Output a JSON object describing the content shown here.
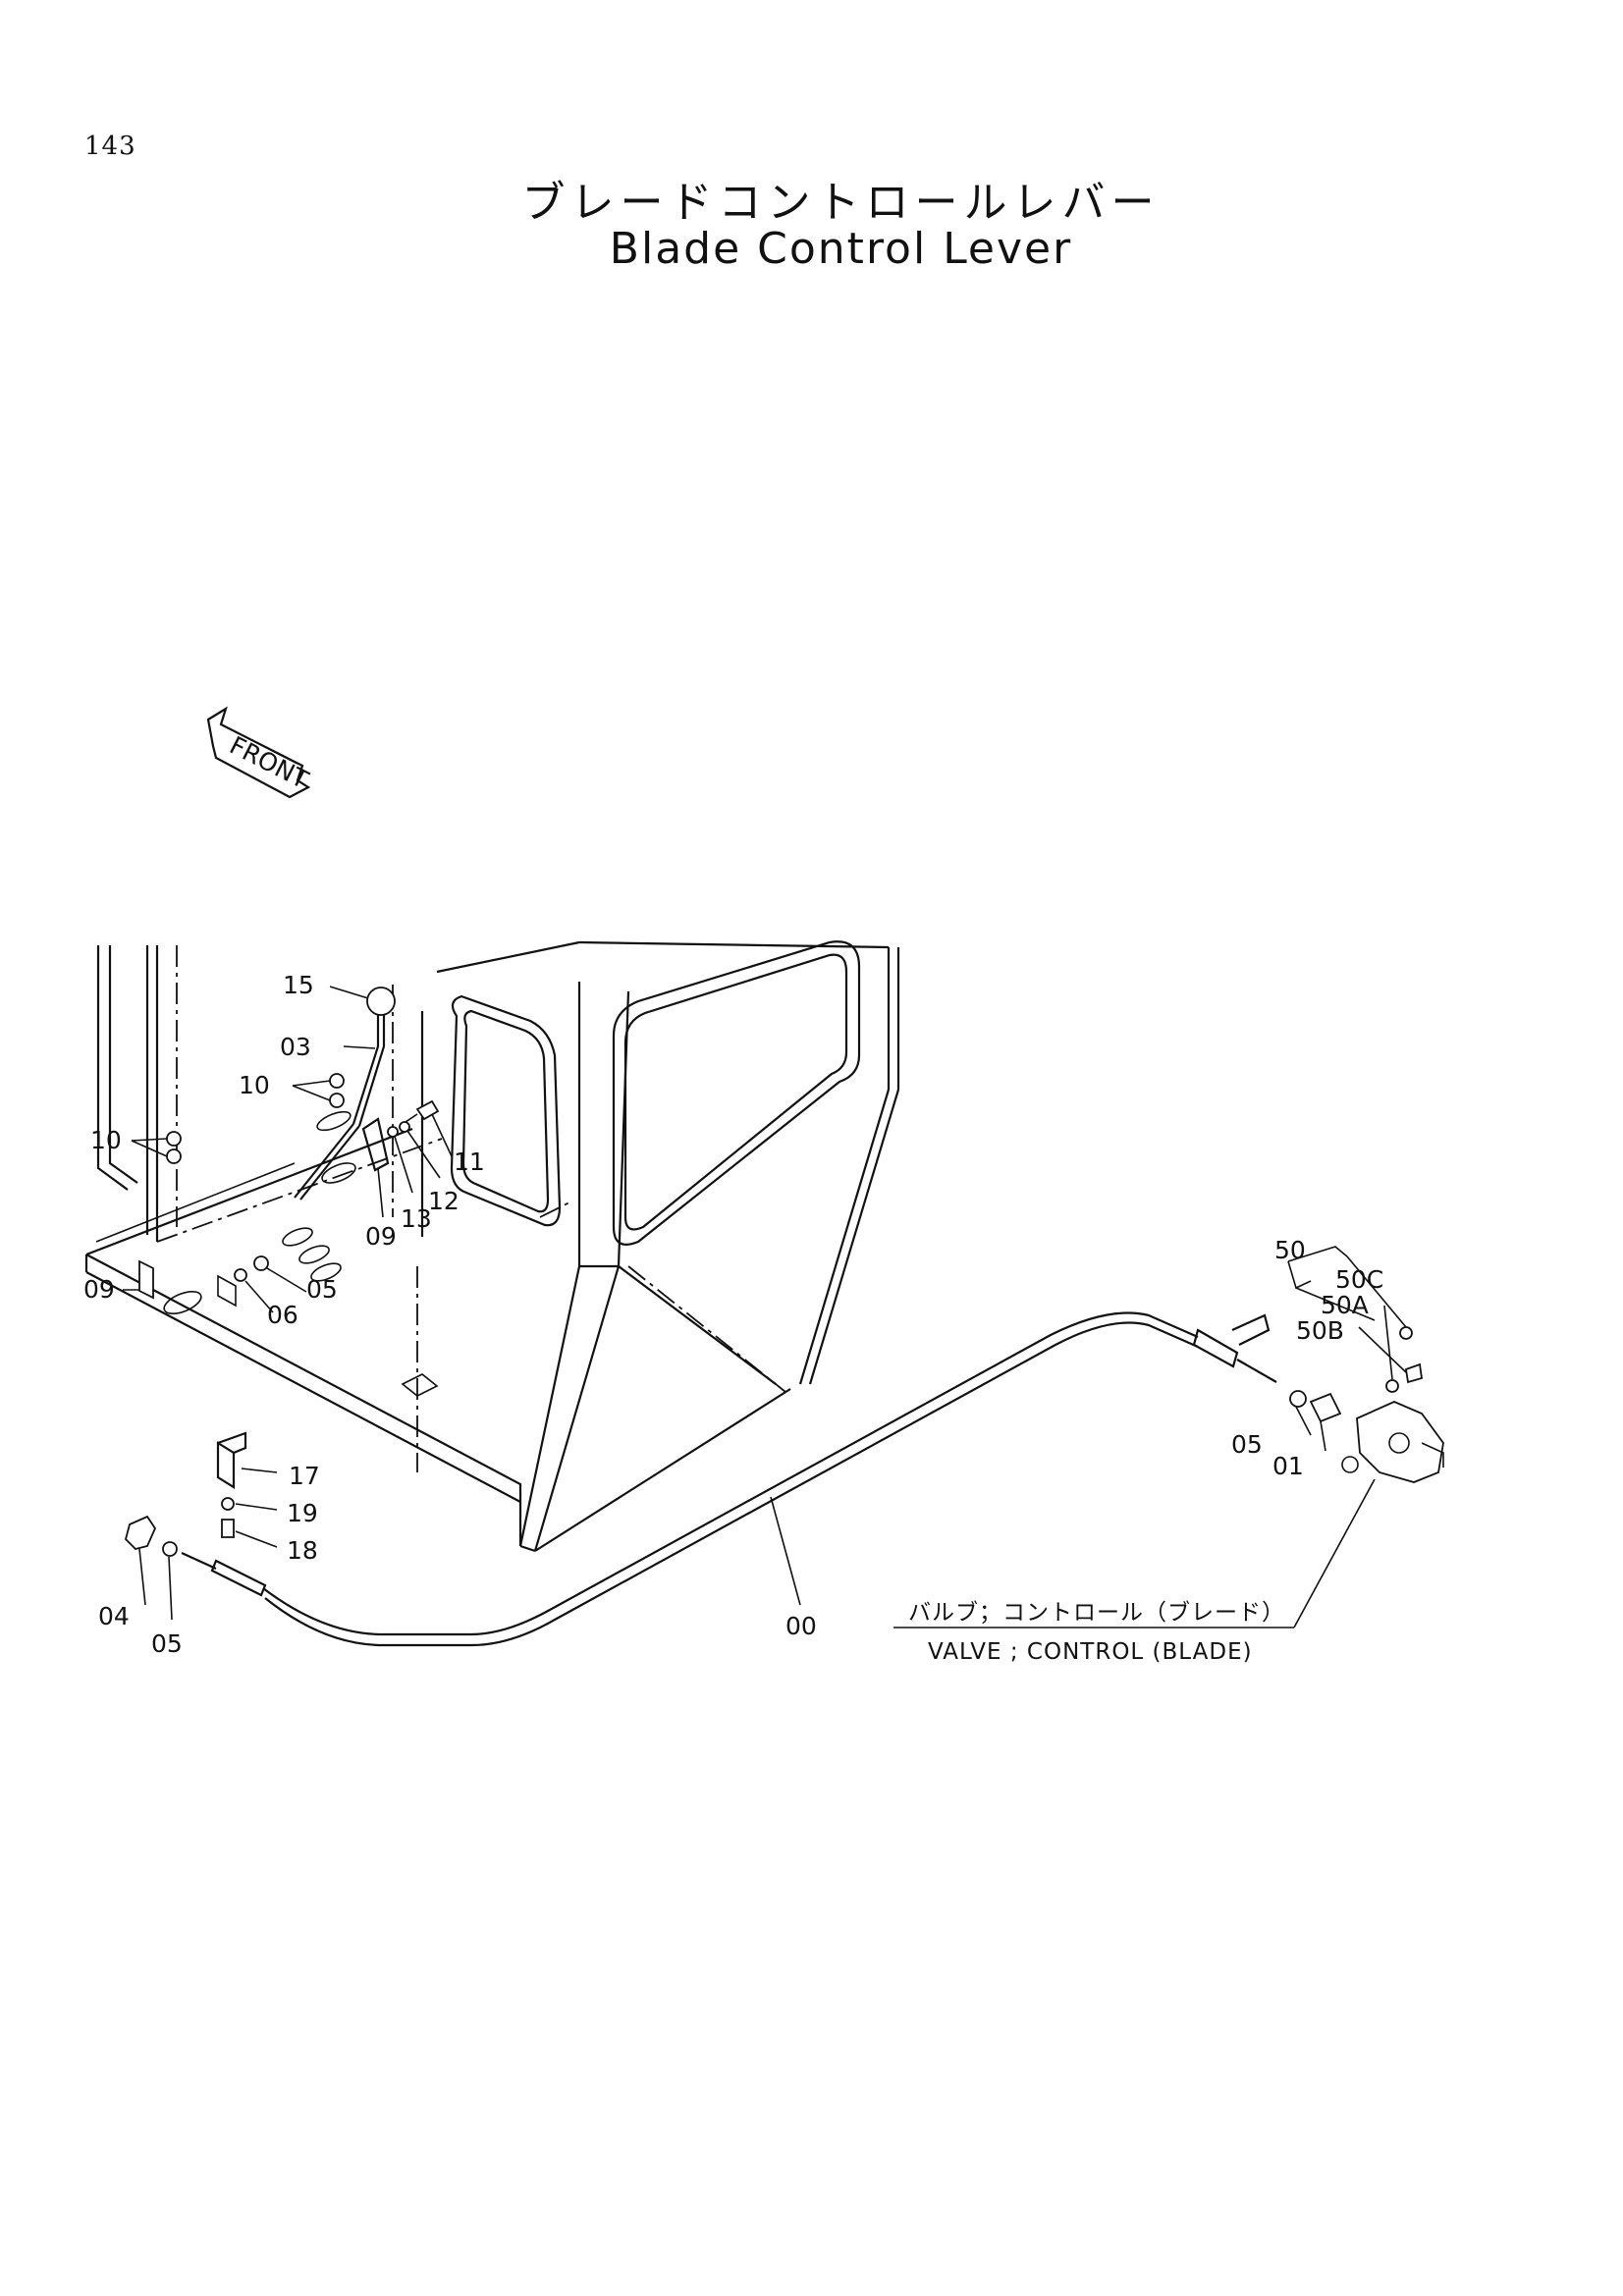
{
  "page": {
    "number": "143",
    "title_jp": "ブレードコントロールレバー",
    "title_en": "Blade Control Lever"
  },
  "diagram": {
    "front_marker": "FRONT",
    "callouts": [
      {
        "id": "c15",
        "text": "15"
      },
      {
        "id": "c03",
        "text": "03"
      },
      {
        "id": "c10a",
        "text": "10"
      },
      {
        "id": "c10b",
        "text": "10"
      },
      {
        "id": "c11",
        "text": "11"
      },
      {
        "id": "c12",
        "text": "12"
      },
      {
        "id": "c13",
        "text": "13"
      },
      {
        "id": "c09a",
        "text": "09"
      },
      {
        "id": "c09b",
        "text": "09"
      },
      {
        "id": "c05a",
        "text": "05"
      },
      {
        "id": "c06",
        "text": "06"
      },
      {
        "id": "c17",
        "text": "17"
      },
      {
        "id": "c19",
        "text": "19"
      },
      {
        "id": "c18",
        "text": "18"
      },
      {
        "id": "c04",
        "text": "04"
      },
      {
        "id": "c05b",
        "text": "05"
      },
      {
        "id": "c00",
        "text": "00"
      },
      {
        "id": "c50",
        "text": "50"
      },
      {
        "id": "c50c",
        "text": "50C"
      },
      {
        "id": "c50a",
        "text": "50A"
      },
      {
        "id": "c50b",
        "text": "50B"
      },
      {
        "id": "c05c",
        "text": "05"
      },
      {
        "id": "c01",
        "text": "01"
      }
    ],
    "valve_note": {
      "jp": "バルブ；コントロール（ブレード）",
      "en": "VALVE ; CONTROL (BLADE)"
    }
  }
}
